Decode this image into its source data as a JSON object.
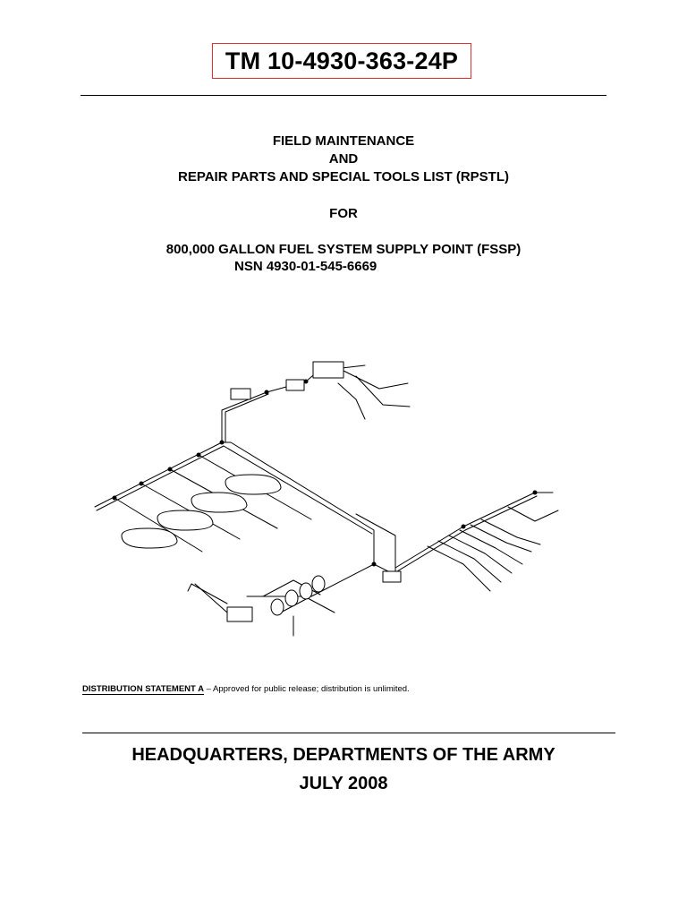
{
  "document": {
    "tm_number": "TM 10-4930-363-24P",
    "title_lines": [
      "FIELD MAINTENANCE",
      "AND",
      "REPAIR PARTS AND SPECIAL TOOLS LIST (RPSTL)"
    ],
    "for_label": "FOR",
    "system_name": "800,000 GALLON FUEL SYSTEM SUPPLY POINT (FSSP)",
    "nsn": "NSN 4930-01-545-6669",
    "distribution": {
      "label": "DISTRIBUTION STATEMENT A",
      "text": " – Approved for public release; distribution is unlimited."
    },
    "issuer": "HEADQUARTERS, DEPARTMENTS OF THE ARMY",
    "date": "JULY 2008"
  },
  "colors": {
    "tm_box_border": "#e03131",
    "text": "#000000",
    "background": "#ffffff"
  }
}
